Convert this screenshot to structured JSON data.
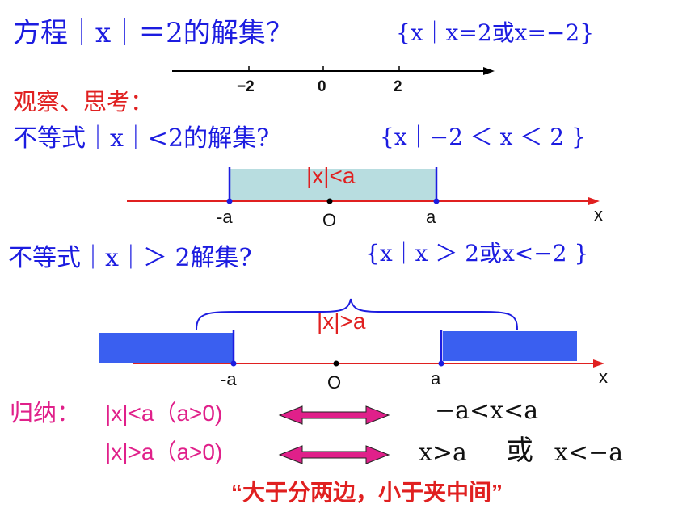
{
  "line1": {
    "question": "方程｜x｜＝2的解集？",
    "answer": "{x｜x=2或x=−2}",
    "ticks": [
      "−2",
      "0",
      "2"
    ]
  },
  "observe": "观察、思考：",
  "line2": {
    "question": "不等式｜x｜<2的解集?",
    "answer": "{x｜−2 ＜ x ＜ 2 }",
    "box_label": "|x|<a",
    "labels": {
      "neg_a": "-a",
      "origin": "O",
      "pos_a": "a",
      "x": "x"
    }
  },
  "line3": {
    "question": "不等式｜x｜＞ 2解集?",
    "answer": "{x｜x ＞ 2或x<−2 }",
    "brace_label": "|x|>a",
    "labels": {
      "neg_a": "-a",
      "origin": "O",
      "pos_a": "a",
      "x": "x"
    }
  },
  "summary": {
    "heading": "归纳：",
    "rule1_left": "|x|<a（a>0)",
    "rule1_right": "−a<x<a",
    "rule2_left": "|x|>a（a>0)",
    "rule2_right_a": "x>a",
    "rule2_or": "或",
    "rule2_right_b": "x<−a",
    "motto": "“大于分两边，小于夹中间”"
  },
  "colors": {
    "blue": "#1c1ce0",
    "red": "#e02020",
    "magenta": "#e0208a",
    "light_box": "#b8dde0",
    "solid_box": "#3a5ff0"
  }
}
